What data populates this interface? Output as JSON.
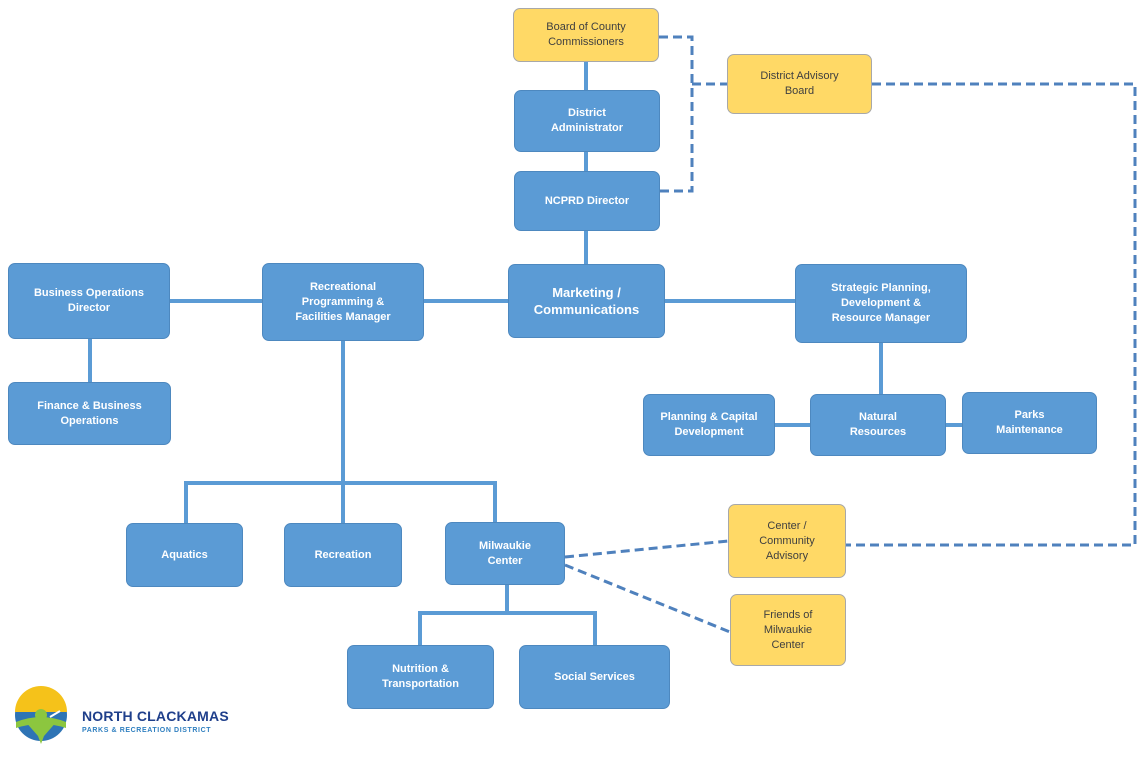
{
  "nodes": {
    "board": "Board of County\nCommissioners",
    "advisory_board": "District Advisory\nBoard",
    "district_admin": "District\nAdministrator",
    "ncprd_director": "NCPRD Director",
    "business_ops": "Business Operations\nDirector",
    "recreational_manager": "Recreational\nProgramming &\nFacilities Manager",
    "marketing": "Marketing /\nCommunications",
    "strategic": "Strategic Planning,\nDevelopment &\nResource Manager",
    "finance": "Finance & Business\nOperations",
    "planning_capital": "Planning & Capital\nDevelopment",
    "natural_resources": "Natural\nResources",
    "parks_maintenance": "Parks\nMaintenance",
    "aquatics": "Aquatics",
    "recreation": "Recreation",
    "milwaukie_center": "Milwaukie\nCenter",
    "center_advisory": "Center /\nCommunity\nAdvisory",
    "friends": "Friends of\nMilwaukie\nCenter",
    "nutrition": "Nutrition &\nTransportation",
    "social_services": "Social Services"
  },
  "logo": {
    "name": "NORTH CLACKAMAS",
    "subtitle": "PARKS & RECREATION DISTRICT"
  },
  "colors": {
    "staff_box": "#5b9bd5",
    "advisory_box": "#ffd966",
    "connector": "#5b9bd5",
    "advisory_connector": "#4f81bd"
  }
}
